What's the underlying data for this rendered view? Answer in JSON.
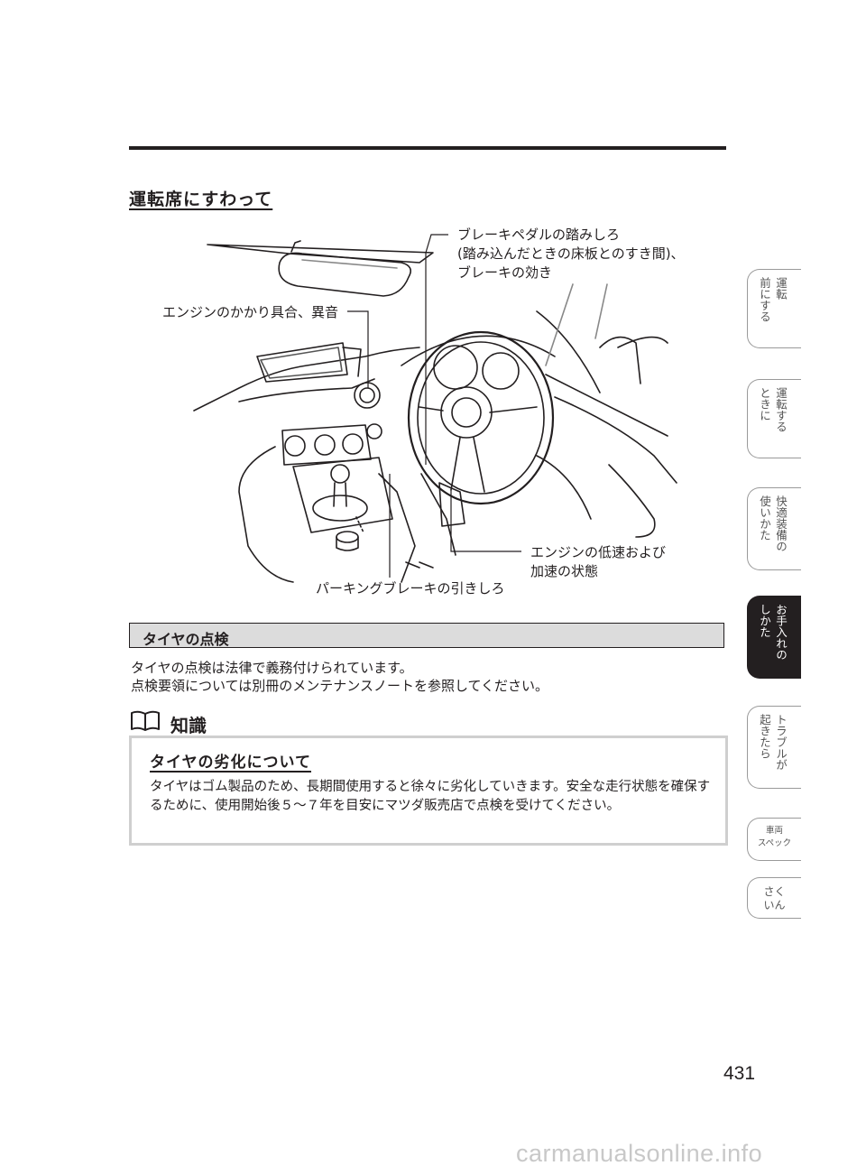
{
  "heading": "運転席にすわって",
  "callouts": {
    "brake_1": "ブレーキペダルの踏みしろ",
    "brake_2": "(踏み込んだときの床板とのすき間)、",
    "brake_3": "ブレーキの効き",
    "engine_sound": "エンジンのかかり具合、異音",
    "engine_speed_1": "エンジンの低速および",
    "engine_speed_2": "加速の状態",
    "parking_brake": "パーキングブレーキの引きしろ"
  },
  "tire_section": {
    "title": "タイヤの点検",
    "line1": "タイヤの点検は法律で義務付けられています。",
    "line2": "点検要領については別冊のメンテナンスノートを参照してください。"
  },
  "knowledge": {
    "label": "知識"
  },
  "note": {
    "title": "タイヤの劣化について",
    "body": "タイヤはゴム製品のため、長期間使用すると徐々に劣化していきます。安全な走行状態を確保するために、使用開始後５～７年を目安にマツダ販売店で点検を受けてください。"
  },
  "tabs": [
    {
      "col_right": "運転",
      "col_left": "前にする"
    },
    {
      "col_right": "運転する",
      "col_left": "ときに"
    },
    {
      "col_right": "快適装備の",
      "col_left": "使いかた"
    },
    {
      "col_right": "お手入れの",
      "col_left": "しかた"
    },
    {
      "col_right": "トラブルが",
      "col_left": "起きたら"
    },
    {
      "line1": "車両",
      "line2": "スペック"
    },
    {
      "line1": "さく",
      "line2": "いん"
    }
  ],
  "page_number": "431",
  "watermark": "carmanualsonline.info",
  "colors": {
    "text": "#231f20",
    "tab_border": "#9a9a9a",
    "active_tab": "#231f20",
    "bar_fill": "#dcdcdc",
    "note_border": "#cfcfcf"
  }
}
